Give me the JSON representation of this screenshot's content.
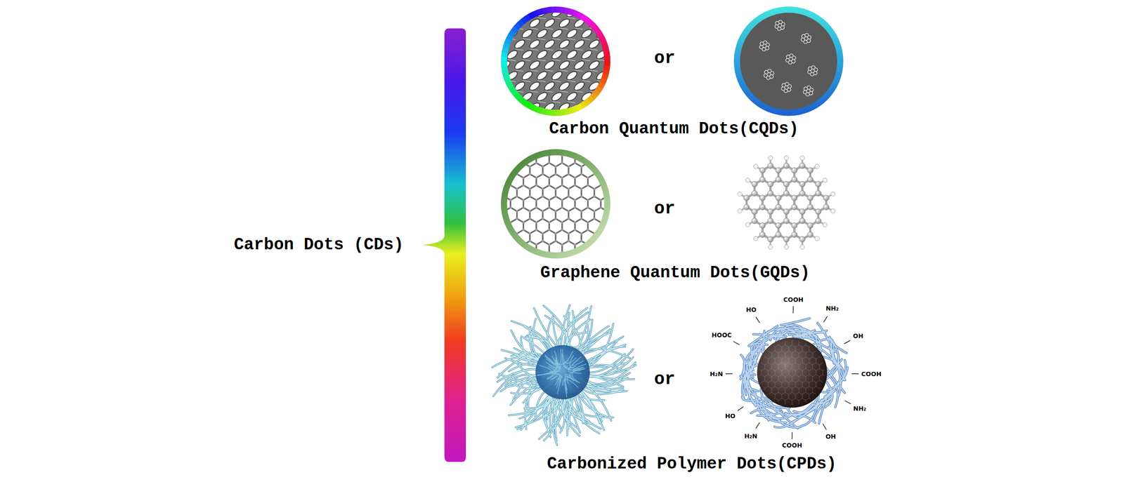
{
  "diagram": {
    "labels": [
      "Carbon Dots (CDs)",
      "or",
      "Carbon Quantum Dots(CQDs)",
      "or",
      "Graphene Quantum Dots(GQDs)",
      "or",
      "COOH",
      "NH₂",
      "HO",
      "HOOC",
      "OH",
      "H₂N",
      "COOH",
      "NH₂",
      "HO",
      "OH",
      "H₂N",
      "COOH",
      "Carbonized Polymer Dots(CPDs)"
    ]
  }
}
